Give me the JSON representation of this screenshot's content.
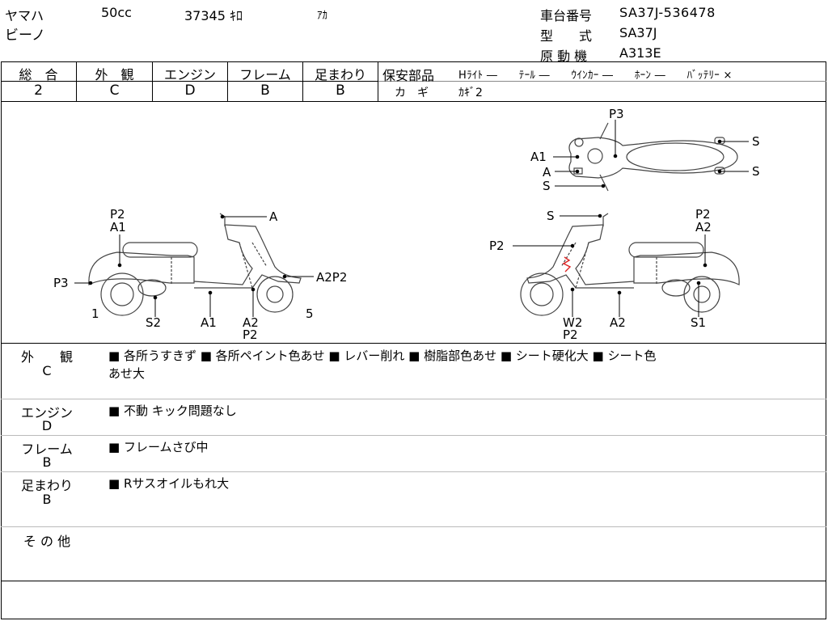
{
  "header": {
    "maker": "ヤマハ",
    "model": "ビーノ",
    "displacement": "50cc",
    "mileage": "37345 ｷﾛ",
    "color": "ｱｶ",
    "frame_no_label": "車台番号",
    "frame_no": "SA37J-536478",
    "type_label": "型　　式",
    "type_value": "SA37J",
    "engine_label": "原 動 機",
    "engine_value": "A313E"
  },
  "grades": {
    "overall": {
      "label": "総　合",
      "value": "2"
    },
    "exterior": {
      "label": "外　観",
      "value": "C"
    },
    "engine": {
      "label": "エンジン",
      "value": "D"
    },
    "frame": {
      "label": "フレーム",
      "value": "B"
    },
    "suspension": {
      "label": "足まわり",
      "value": "B"
    }
  },
  "safety": {
    "label": "保安部品",
    "items_line": "Hﾗｲﾄ ―　　ﾃｰﾙ ―　　ｳｲﾝｶｰ ―　　ﾎｰﾝ ―　　ﾊﾞｯﾃﾘｰ ×",
    "key_label": "カ　ギ",
    "key_value": "ｶｷﾞ2"
  },
  "diagram_labels": {
    "top_p3": "P3",
    "top_a1": "A1",
    "top_a": "A",
    "top_s_bottom": "S",
    "top_s_right1": "S",
    "top_s_right2": "S",
    "left_p2": "P2",
    "left_a1_top": "A1",
    "left_a": "A",
    "left_p3": "P3",
    "left_a2p2": "A2P2",
    "left_1": "1",
    "left_s2": "S2",
    "left_a1": "A1",
    "left_a2": "A2",
    "left_p2_bottom": "P2",
    "left_5": "5",
    "right_s": "S",
    "right_p2_top": "P2",
    "right_a2_top": "A2",
    "right_p2_mid": "P2",
    "right_w2": "W2",
    "right_p2_bottom": "P2",
    "right_a2": "A2",
    "right_s1": "S1"
  },
  "remarks": {
    "exterior_label": "外　　観",
    "exterior_grade": "C",
    "exterior_text_1": "■ 各所うすきず ■ 各所ペイント色あせ ■ レバー削れ ■ 樹脂部色あせ ■ シート硬化大 ■ シート色",
    "exterior_text_2": "あせ大",
    "engine_label": "エンジン",
    "engine_grade": "D",
    "engine_text": "■ 不動 キック問題なし",
    "frame_label": "フレーム",
    "frame_grade": "B",
    "frame_text": "■ フレームさび中",
    "suspension_label": "足まわり",
    "suspension_grade": "B",
    "suspension_text": "■ Rサスオイルもれ大",
    "other_label": "そ の 他"
  }
}
